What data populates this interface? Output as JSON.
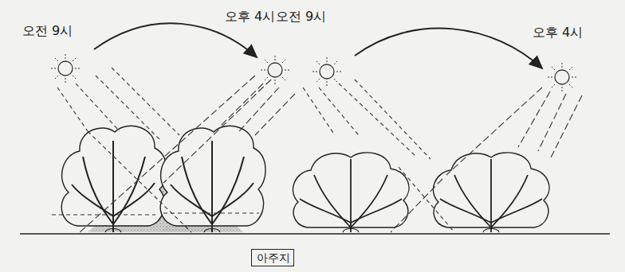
{
  "diagram": {
    "nodes": [
      {
        "text": [
          "아주지"
        ]
      }
    ],
    "labels": [
      "오전 9시",
      "오후 4시",
      "오전 9시",
      "오후 4시"
    ]
  }
}
